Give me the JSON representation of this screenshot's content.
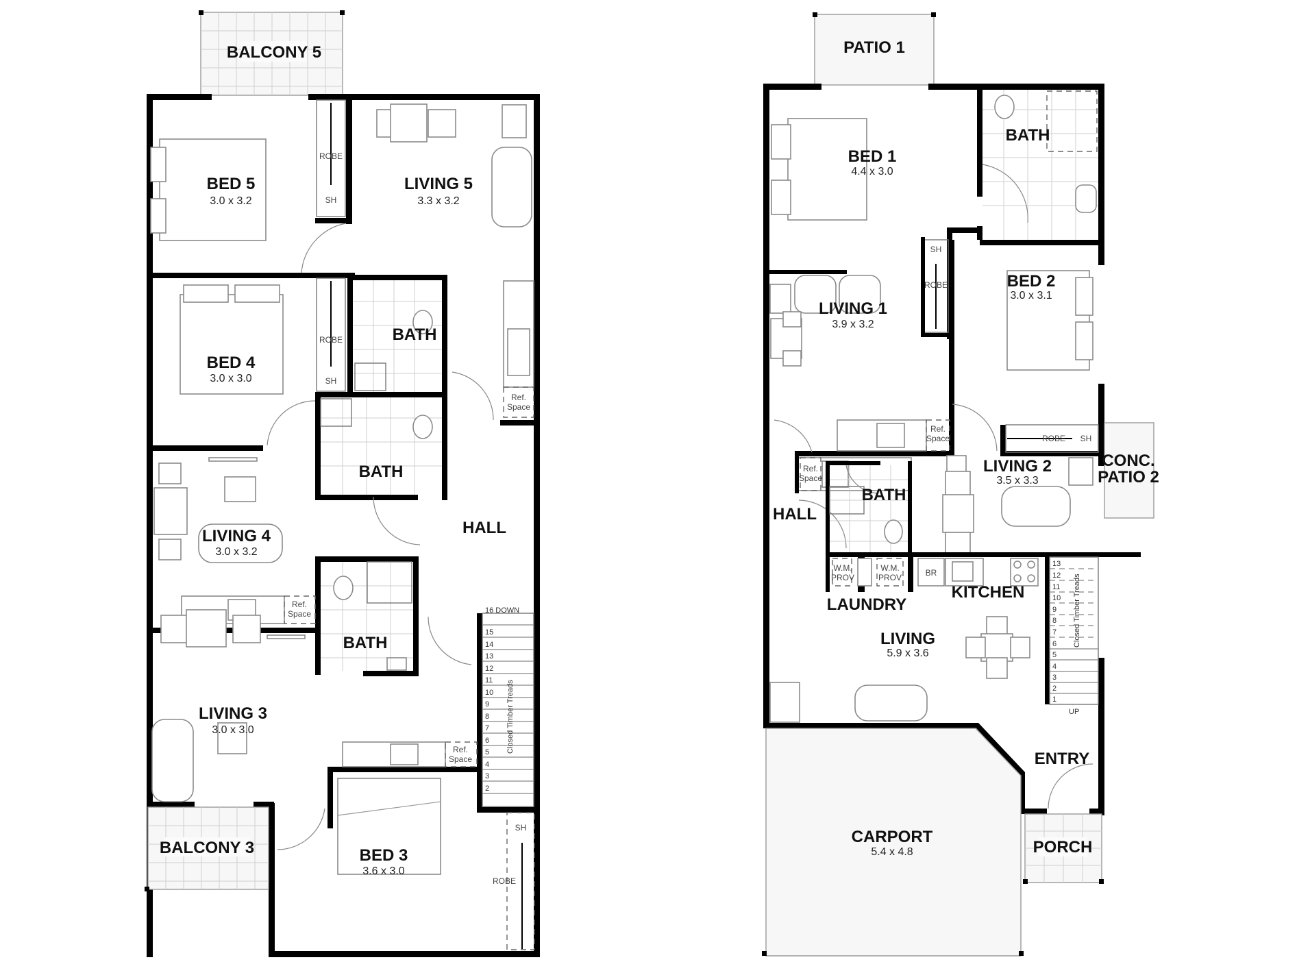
{
  "plan": {
    "upper_floor": {
      "rooms": [
        {
          "id": "balcony5",
          "label": "BALCONY 5",
          "dim": ""
        },
        {
          "id": "bed5",
          "label": "BED 5",
          "dim": "3.0 x 3.2"
        },
        {
          "id": "living5",
          "label": "LIVING 5",
          "dim": "3.3 x 3.2"
        },
        {
          "id": "bed4",
          "label": "BED 4",
          "dim": "3.0 x 3.0"
        },
        {
          "id": "bath_a",
          "label": "BATH",
          "dim": ""
        },
        {
          "id": "bath_b",
          "label": "BATH",
          "dim": ""
        },
        {
          "id": "living4",
          "label": "LIVING 4",
          "dim": "3.0 x 3.2"
        },
        {
          "id": "hall",
          "label": "HALL",
          "dim": ""
        },
        {
          "id": "bath_c",
          "label": "BATH",
          "dim": ""
        },
        {
          "id": "living3",
          "label": "LIVING 3",
          "dim": "3.0 x 3.0"
        },
        {
          "id": "balcony3",
          "label": "BALCONY 3",
          "dim": ""
        },
        {
          "id": "bed3",
          "label": "BED 3",
          "dim": "3.6 x 3.0"
        }
      ],
      "annotations": {
        "robe": "ROBE",
        "sh": "SH",
        "ref_space_1": "Ref.",
        "ref_space_2": "Space",
        "stairs_top": "16 DOWN",
        "stairs_note": "Closed Timber Treads",
        "stair_numbers": [
          "15",
          "14",
          "13",
          "12",
          "11",
          "10",
          "9",
          "8",
          "7",
          "6",
          "5",
          "4",
          "3",
          "2"
        ]
      }
    },
    "ground_floor": {
      "rooms": [
        {
          "id": "patio1",
          "label": "PATIO 1",
          "dim": ""
        },
        {
          "id": "bed1",
          "label": "BED 1",
          "dim": "4.4 x 3.0"
        },
        {
          "id": "bath_d",
          "label": "BATH",
          "dim": ""
        },
        {
          "id": "living1",
          "label": "LIVING 1",
          "dim": "3.9 x 3.2"
        },
        {
          "id": "bed2",
          "label": "BED 2",
          "dim": "3.0 x 3.1"
        },
        {
          "id": "conc_patio2_l1",
          "label": "CONC.",
          "dim": ""
        },
        {
          "id": "conc_patio2_l2",
          "label": "PATIO 2",
          "dim": ""
        },
        {
          "id": "living2",
          "label": "LIVING 2",
          "dim": "3.5 x 3.3"
        },
        {
          "id": "hall",
          "label": "HALL",
          "dim": ""
        },
        {
          "id": "bath_e",
          "label": "BATH",
          "dim": ""
        },
        {
          "id": "laundry",
          "label": "LAUNDRY",
          "dim": ""
        },
        {
          "id": "kitchen",
          "label": "KITCHEN",
          "dim": ""
        },
        {
          "id": "living",
          "label": "LIVING",
          "dim": "5.9 x 3.6"
        },
        {
          "id": "entry",
          "label": "ENTRY",
          "dim": ""
        },
        {
          "id": "carport",
          "label": "CARPORT",
          "dim": "5.4 x 4.8"
        },
        {
          "id": "porch",
          "label": "PORCH",
          "dim": ""
        }
      ],
      "annotations": {
        "robe": "ROBE",
        "sh": "SH",
        "ref_space_1": "Ref.",
        "ref_space_2": "Space",
        "wm_1": "W.M.",
        "wm_2": "PROV",
        "br": "BR",
        "stairs_up": "UP",
        "stairs_note": "Closed Timber Treads",
        "stair_numbers": [
          "13",
          "12",
          "11",
          "10",
          "9",
          "8",
          "7",
          "6",
          "5",
          "4",
          "3",
          "2",
          "1"
        ]
      }
    }
  }
}
